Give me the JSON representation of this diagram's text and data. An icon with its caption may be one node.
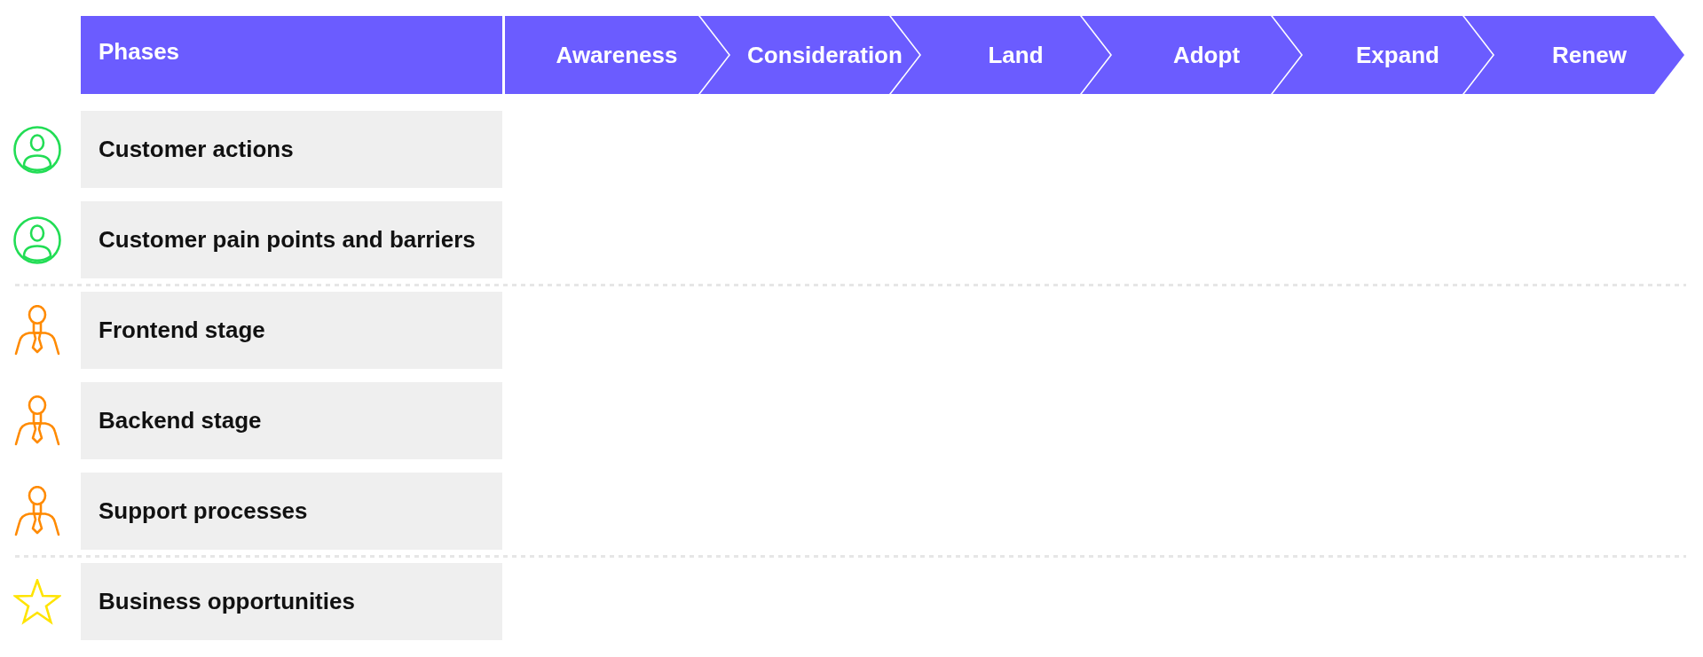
{
  "diagram": {
    "nodes": [
      {
        "text": [
          "Phases"
        ]
      },
      {
        "text": [
          "Awareness"
        ]
      },
      {
        "text": [
          "Consideration"
        ]
      },
      {
        "text": [
          "Land"
        ]
      },
      {
        "text": [
          "Adopt"
        ]
      },
      {
        "text": [
          "Expand"
        ]
      },
      {
        "text": [
          "Renew"
        ]
      },
      {
        "text": [
          "Customer actions"
        ]
      },
      {
        "text": [
          "Customer pain points and barriers"
        ]
      },
      {
        "text": [
          "Frontend stage"
        ]
      },
      {
        "text": [
          "Backend stage"
        ]
      },
      {
        "text": [
          "Support processes"
        ]
      },
      {
        "text": [
          "Business opportunities"
        ]
      }
    ]
  }
}
